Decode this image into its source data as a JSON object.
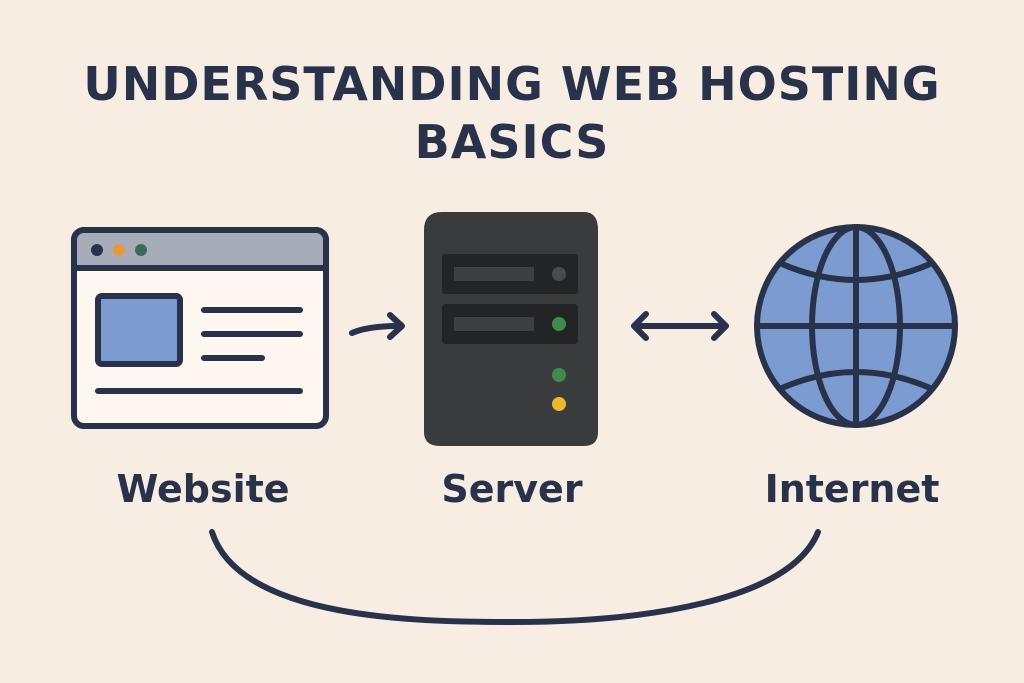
{
  "title": {
    "line1": "UNDERSTANDING WEB HOSTING",
    "line2": "BASICS"
  },
  "nodes": {
    "website": {
      "label": "Website",
      "icon": "browser-window-icon"
    },
    "server": {
      "label": "Server",
      "icon": "server-tower-icon"
    },
    "internet": {
      "label": "Internet",
      "icon": "globe-icon"
    }
  },
  "connectors": {
    "website_to_server": "right-arrow-icon",
    "server_to_internet": "double-arrow-icon",
    "internet_to_website": "curved-connector"
  },
  "colors": {
    "background": "#f8ede3",
    "ink": "#28324a",
    "window_bar": "#a7adb8",
    "window_body": "#fdf7f0",
    "accent_blue": "#7b9bd1",
    "server_body": "#3a3b3d",
    "server_bay": "#232425",
    "led_green": "#3f8a4f",
    "led_yellow": "#e9b92c",
    "dot_orange": "#e59a3a",
    "dot_green": "#3c6b57"
  }
}
